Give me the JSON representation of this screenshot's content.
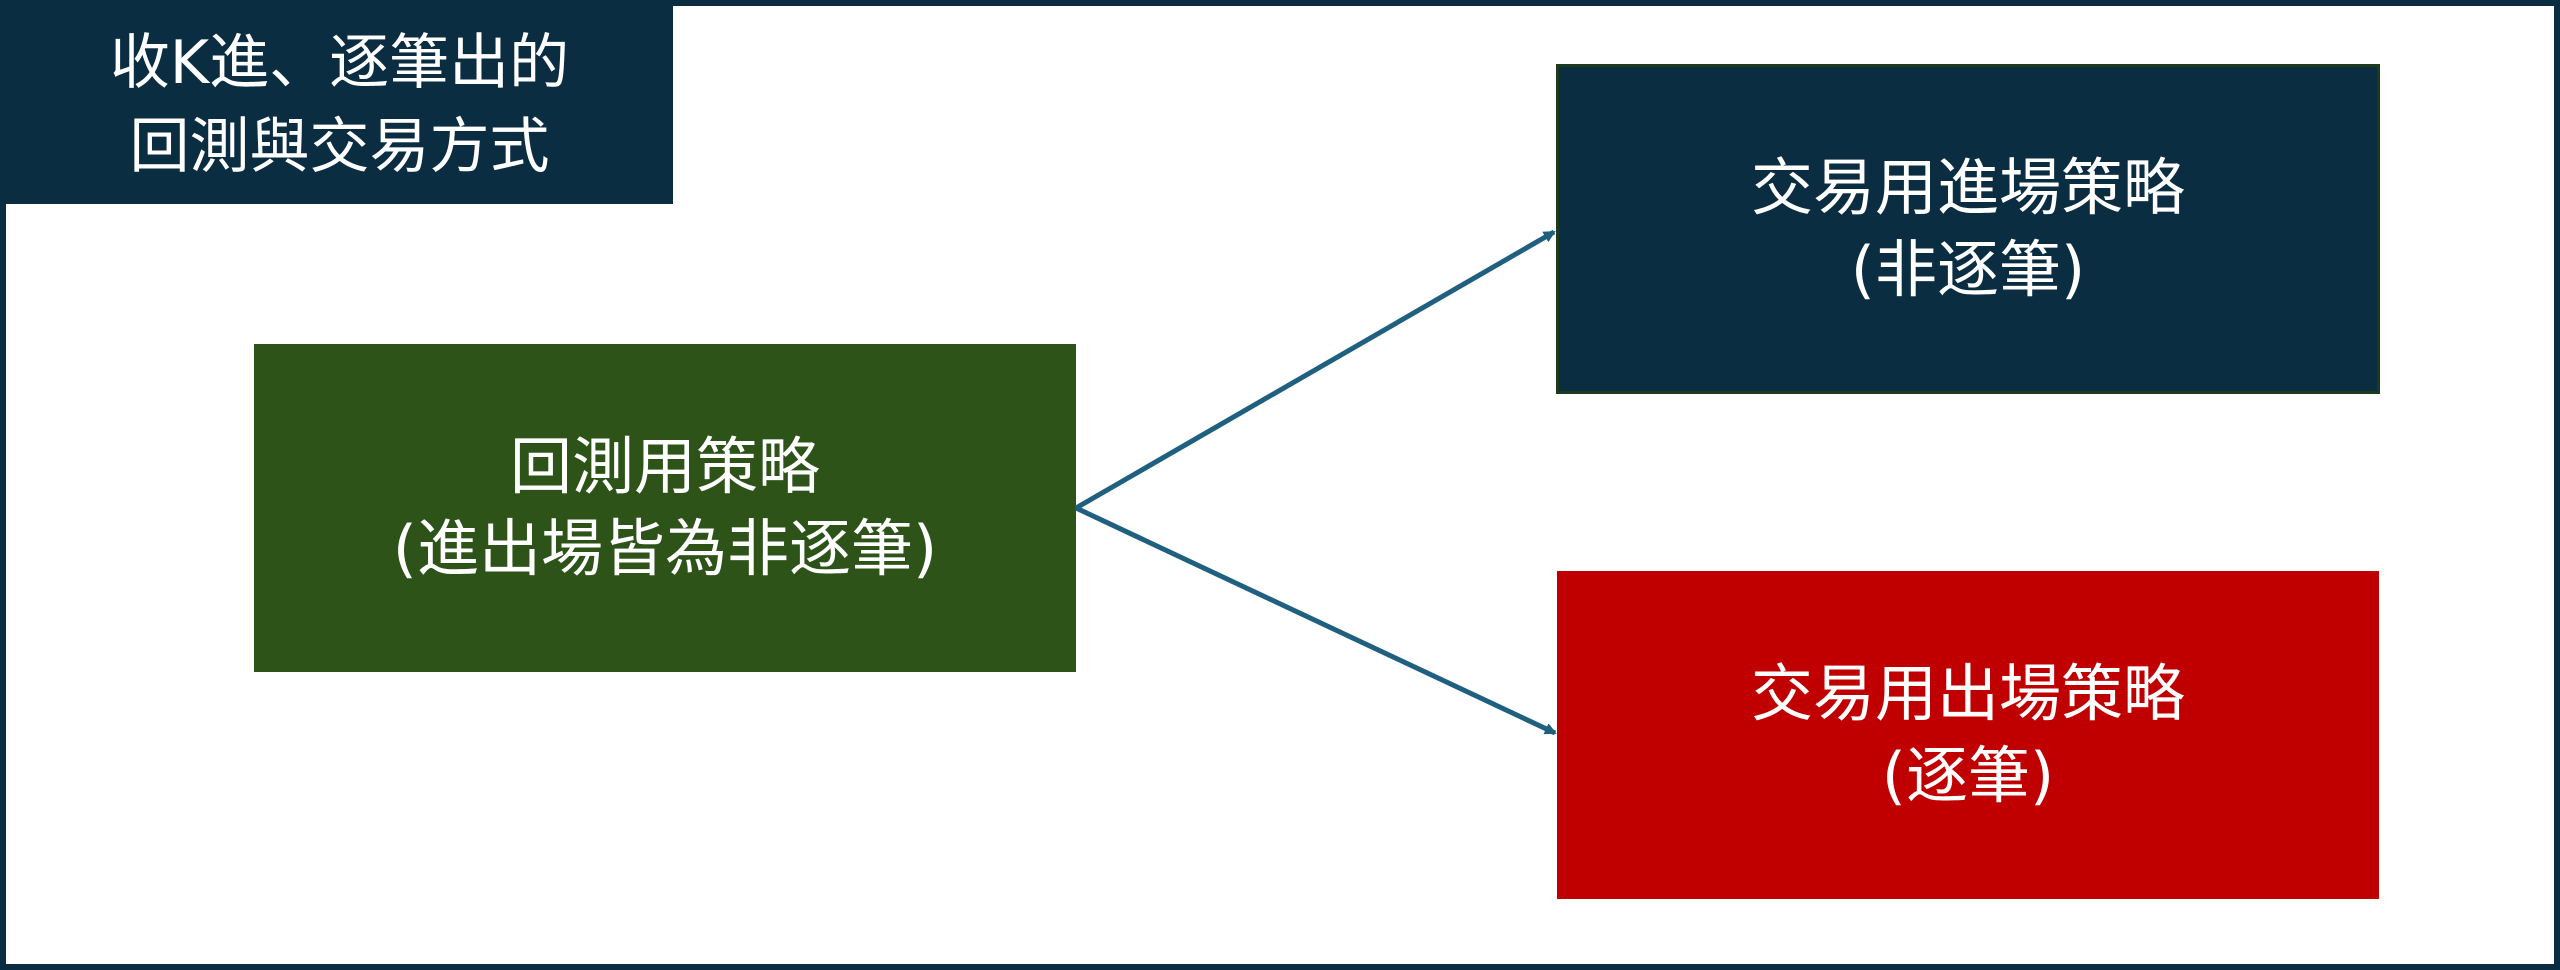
{
  "title": {
    "line1": "收K進、逐筆出的",
    "line2": "回測與交易方式"
  },
  "backtest_strategy": {
    "line1": "回測用策略",
    "line2": "(進出場皆為非逐筆)"
  },
  "entry_strategy": {
    "line1": "交易用進場策略",
    "line2": "(非逐筆)"
  },
  "exit_strategy": {
    "line1": "交易用出場策略",
    "line2": "(逐筆)"
  },
  "colors": {
    "navy": "#0b2d42",
    "green": "#2d5319",
    "red": "#c00000",
    "arrow": "#1f5f80"
  }
}
